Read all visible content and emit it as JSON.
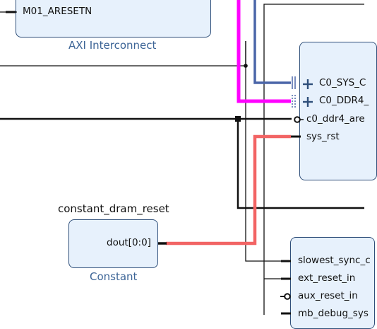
{
  "diagram": {
    "axi_interconnect": {
      "pin_m01_aresetn": "M01_ARESETN",
      "subtitle": "AXI Interconnect"
    },
    "ddr4": {
      "pin_c0_sys_clk": "C0_SYS_C",
      "pin_c0_ddr4": "C0_DDR4_",
      "pin_c0_ddr4_aresetn": "c0_ddr4_are",
      "pin_sys_rst": "sys_rst"
    },
    "constant": {
      "title": "constant_dram_reset",
      "pin_dout": "dout[0:0]",
      "subtitle": "Constant"
    },
    "reset_block": {
      "pin_slowest_sync_clk": "slowest_sync_c",
      "pin_ext_reset_in": "ext_reset_in",
      "pin_aux_reset_in": "aux_reset_in",
      "pin_mb_debug": "mb_debug_sys"
    },
    "colors": {
      "block_fill": "#e7f1fc",
      "block_border": "#2f4f7a",
      "wire": "#111111",
      "interface_bus": "#4a65a8",
      "highlight_bus": "#ff00ff",
      "selected_net": "#f26464",
      "subtitle_text": "#3c6496"
    }
  }
}
